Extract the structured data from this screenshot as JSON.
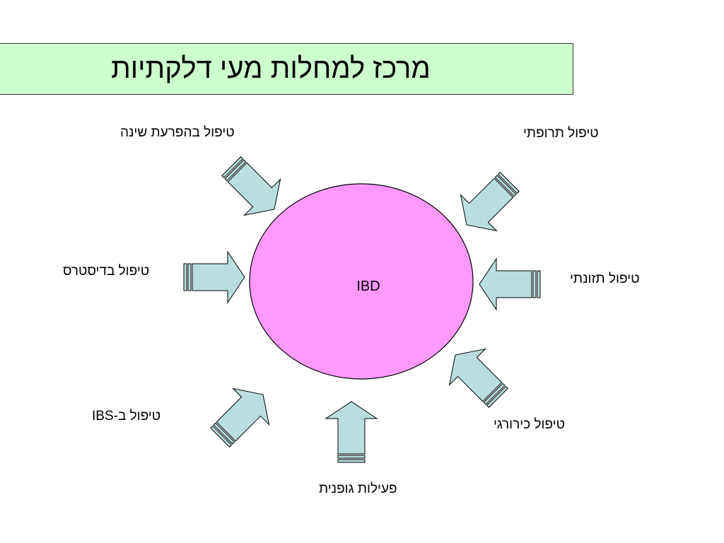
{
  "title": "מרכז למחלות מעי דלקתיות",
  "center": {
    "label": "IBD",
    "fill": "#ff99ff"
  },
  "arrow_fill": "#b9dee0",
  "title_fill": "#ccffcc",
  "treatments": [
    {
      "key": "sleep",
      "label": "טיפול בהפרעת שינה"
    },
    {
      "key": "medical",
      "label": "טיפול תרופתי"
    },
    {
      "key": "stress",
      "label": "טיפול בדיסטרס"
    },
    {
      "key": "nutrition",
      "label": "טיפול תזונתי"
    },
    {
      "key": "ibs",
      "label": "טיפול ב-IBS"
    },
    {
      "key": "surgical",
      "label": "טיפול כירורגי"
    },
    {
      "key": "physical",
      "label": "פעילות גופנית"
    }
  ]
}
